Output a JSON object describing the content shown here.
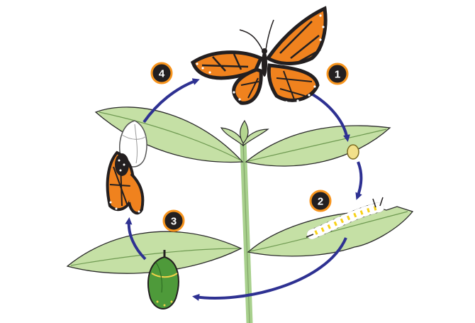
{
  "stages": [
    {
      "number": "1",
      "stage": "egg"
    },
    {
      "number": "2",
      "stage": "caterpillar"
    },
    {
      "number": "3",
      "stage": "chrysalis"
    },
    {
      "number": "4",
      "stage": "emerging-butterfly"
    }
  ],
  "colors": {
    "arrow": "#2e3192",
    "leaf": "#c5e0a5",
    "leaf_dark": "#9cc47a",
    "stem": "#a8d08d",
    "wing_orange": "#f0821e",
    "wing_black": "#231f20",
    "badge_fill": "#231f20",
    "badge_ring": "#f7941d",
    "chrysalis": "#4e9a3a",
    "egg": "#f2e08a"
  }
}
